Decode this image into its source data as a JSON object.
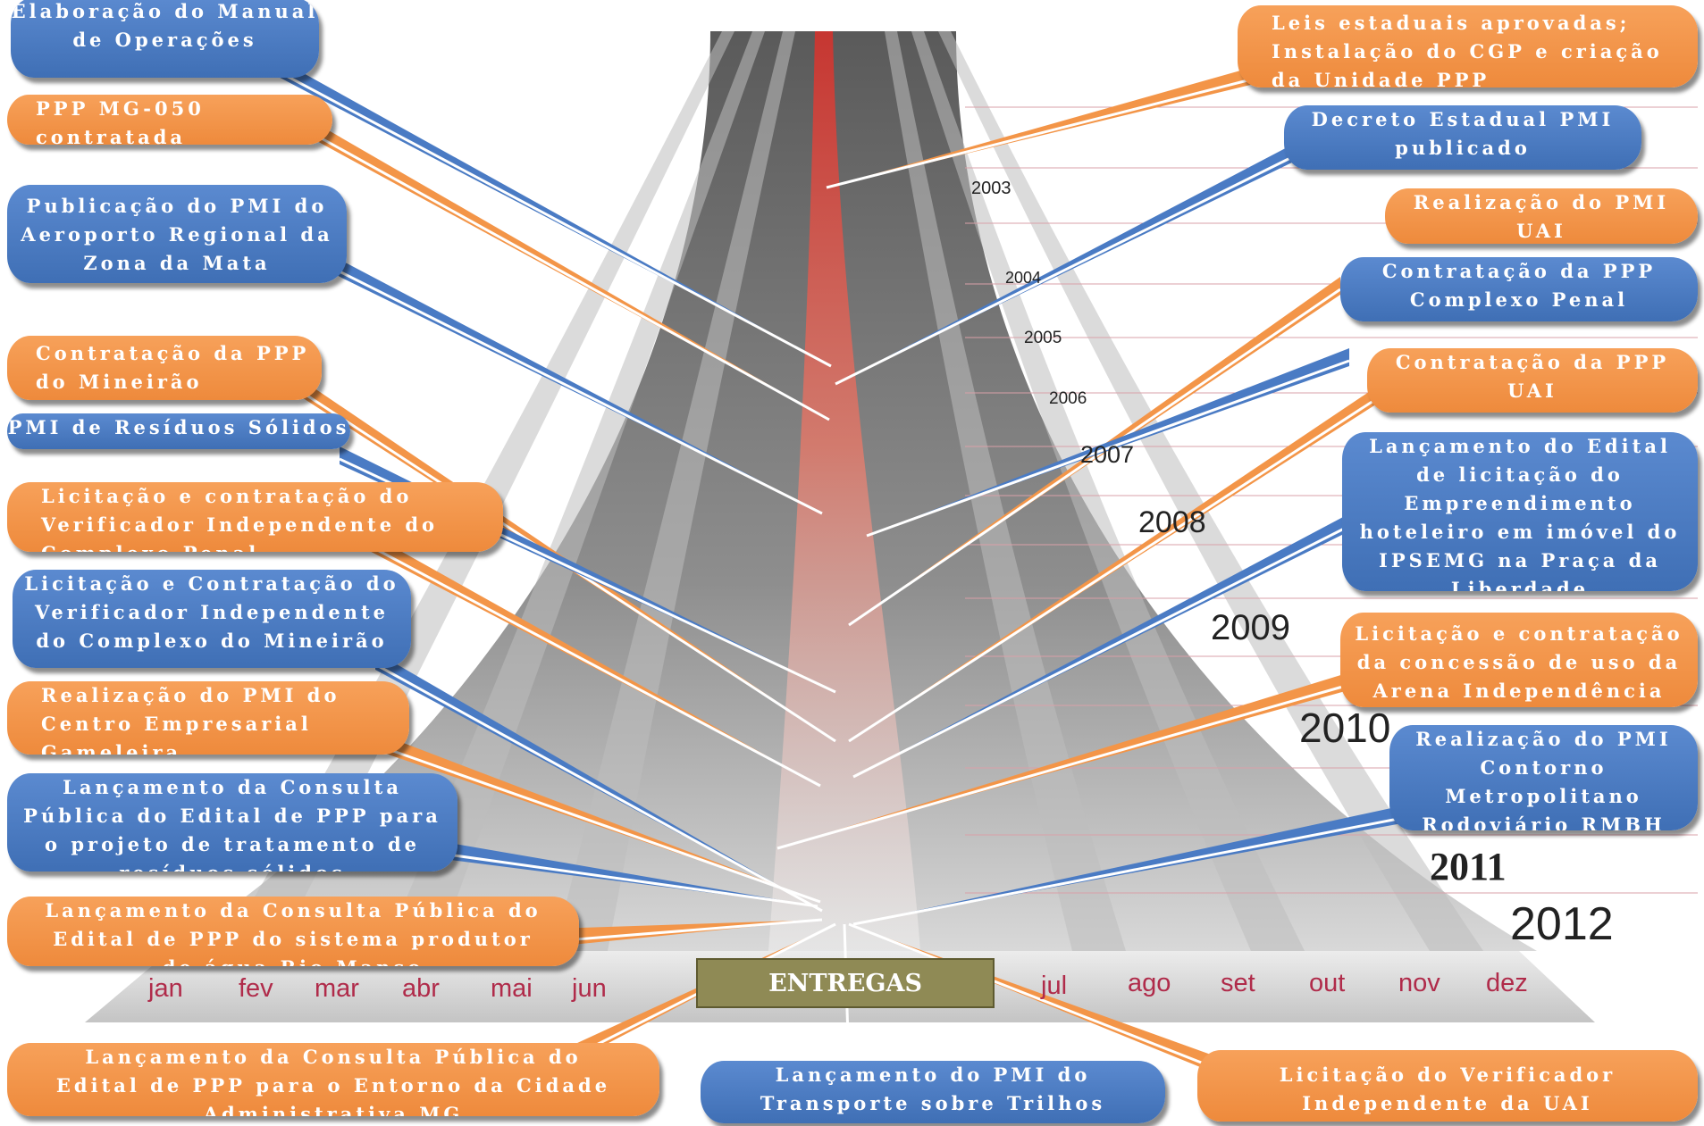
{
  "center_label": "ENTREGAS",
  "years": [
    "2003",
    "2004",
    "2005",
    "2006",
    "2007",
    "2008",
    "2009",
    "2010",
    "2011",
    "2012"
  ],
  "months": [
    "jan",
    "fev",
    "mar",
    "abr",
    "mai",
    "jun",
    "jul",
    "ago",
    "set",
    "out",
    "nov",
    "dez"
  ],
  "colors": {
    "blue": "#4a7bc4",
    "orange": "#f39548",
    "center_box": "#8f8a55",
    "spine": "#d9302a",
    "month_text": "#b02b4a"
  },
  "callouts": [
    {
      "text": "Elaboração do Manual de Operações",
      "color": "blue"
    },
    {
      "text": "PPP MG-050 contratada",
      "color": "orange"
    },
    {
      "text": "Publicação do PMI do Aeroporto Regional da Zona da Mata",
      "color": "blue"
    },
    {
      "text": "Contratação da PPP do Mineirão",
      "color": "orange"
    },
    {
      "text": "PMI de Resíduos Sólidos",
      "color": "blue"
    },
    {
      "text": "Licitação e contratação do Verificador Independente do Complexo Penal",
      "color": "orange"
    },
    {
      "text": "Licitação e Contratação do Verificador Independente do Complexo do Mineirão",
      "color": "blue"
    },
    {
      "text": "Realização do PMI do Centro Empresarial Gameleira",
      "color": "orange"
    },
    {
      "text": "Lançamento da Consulta Pública do Edital de PPP para o projeto de tratamento de resíduos sólidos",
      "color": "blue"
    },
    {
      "text": "Lançamento da Consulta Pública do Edital de PPP do sistema produtor de água Rio Manso",
      "color": "orange"
    },
    {
      "text": "Lançamento da Consulta Pública do Edital de PPP para o Entorno da Cidade Administrativa MG",
      "color": "orange"
    },
    {
      "text": "Lançamento do PMI do Transporte sobre Trilhos (RMBH/RMVA)",
      "color": "blue"
    },
    {
      "text": "Licitação do Verificador Independente da UAI",
      "color": "orange"
    },
    {
      "text": "Leis estaduais aprovadas; Instalação do CGP e criação da Unidade PPP",
      "color": "orange"
    },
    {
      "text": "Decreto Estadual PMI publicado",
      "color": "blue"
    },
    {
      "text": "Realização do PMI UAI",
      "color": "orange"
    },
    {
      "text": "Contratação da PPP Complexo Penal",
      "color": "blue"
    },
    {
      "text": "Contratação da PPP UAI",
      "color": "orange"
    },
    {
      "text": "Lançamento do Edital de licitação do Empreendimento hoteleiro em imóvel do IPSEMG na Praça da Liberdade",
      "color": "blue"
    },
    {
      "text": "Licitação e contratação da concessão de uso da Arena Independência",
      "color": "orange"
    },
    {
      "text": "Realização do PMI Contorno Metropolitano Rodoviário RMBH",
      "color": "blue"
    }
  ]
}
